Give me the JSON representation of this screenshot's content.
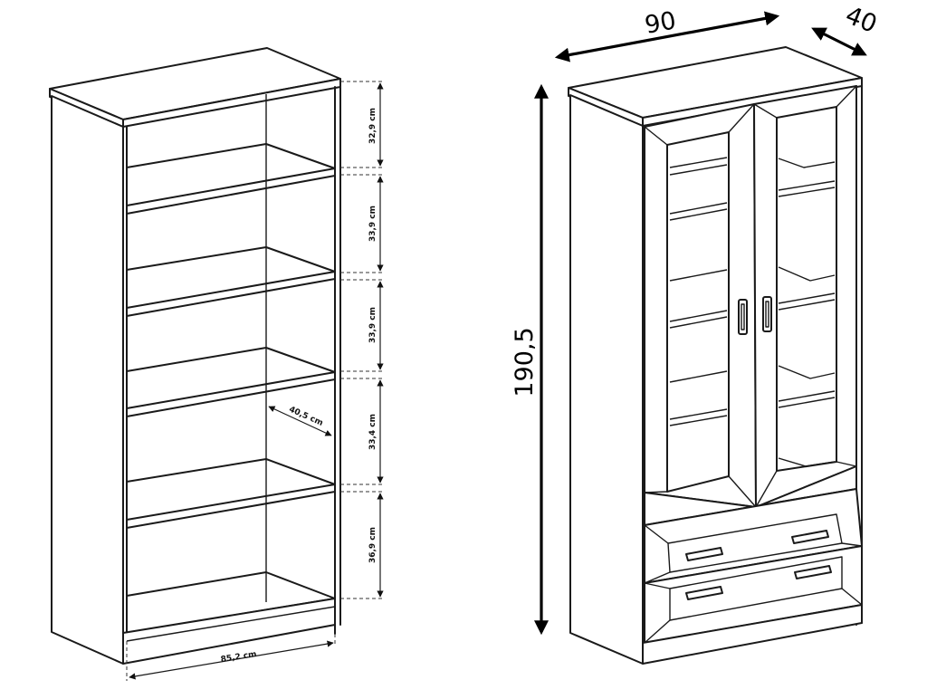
{
  "dimensions": {
    "open_shelf": {
      "gap_1": "32,9 cm",
      "gap_2": "33,9 cm",
      "gap_3": "33,9 cm",
      "gap_4": "33,4 cm",
      "gap_5": "36,9 cm",
      "depth": "40,5 cm",
      "inner_width": "85,2 cm"
    },
    "cabinet": {
      "width": "90",
      "depth": "40",
      "height": "190,5"
    }
  }
}
